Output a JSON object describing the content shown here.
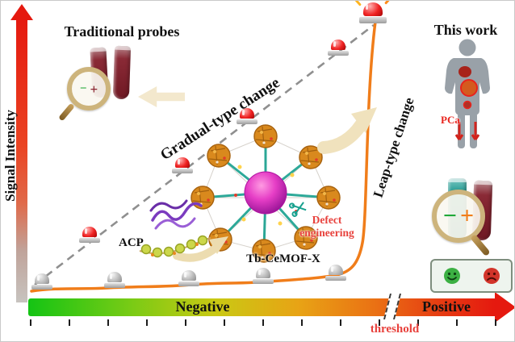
{
  "figure": {
    "y_axis_label": "Signal Intensity",
    "x_axis": {
      "negative": "Negative",
      "positive": "Positive",
      "threshold": "threshold"
    },
    "annotations": {
      "traditional_probes": "Traditional probes",
      "this_work": "This work",
      "gradual_change": "Gradual-type change",
      "leap_change": "Leap-type change",
      "acp": "ACP",
      "mof_name": "Tb-CeMOF-X",
      "defect_line1": "Defect",
      "defect_line2": "engineering",
      "pca": "PCa"
    },
    "signs": {
      "minus": "−",
      "plus": "+"
    },
    "icons": {
      "scissors": "✂",
      "siren": "dome-beacon",
      "magnifier": "circle-with-handle",
      "test_tube": "rounded-tube",
      "human_body": "gray-silhouette",
      "happy_face": "green-smiley",
      "sad_face": "red-frowny"
    },
    "colors": {
      "leap_curve_orange": "#f07d1a",
      "gradual_dash_gray": "#8f8f8f",
      "axis_green": "#14c414",
      "axis_red": "#e5190f",
      "threshold_red": "#e8413c",
      "siren_red": "#ef2222",
      "siren_gray": "#bcbcbc",
      "mof_core_magenta": "#e63ec6",
      "mof_node_orange": "#d9891d",
      "linker_teal": "#17a08e",
      "protein_purple": "#7b3bbf",
      "acp_bead_green": "#ccd74b",
      "tube_maroon": "#7d1f2b",
      "tube_teal": "#12857e",
      "cream_arrow": "#f3e8cd",
      "happy_green": "#3cb043",
      "sad_red": "#d2342a",
      "pca_red": "#e8231c"
    }
  }
}
